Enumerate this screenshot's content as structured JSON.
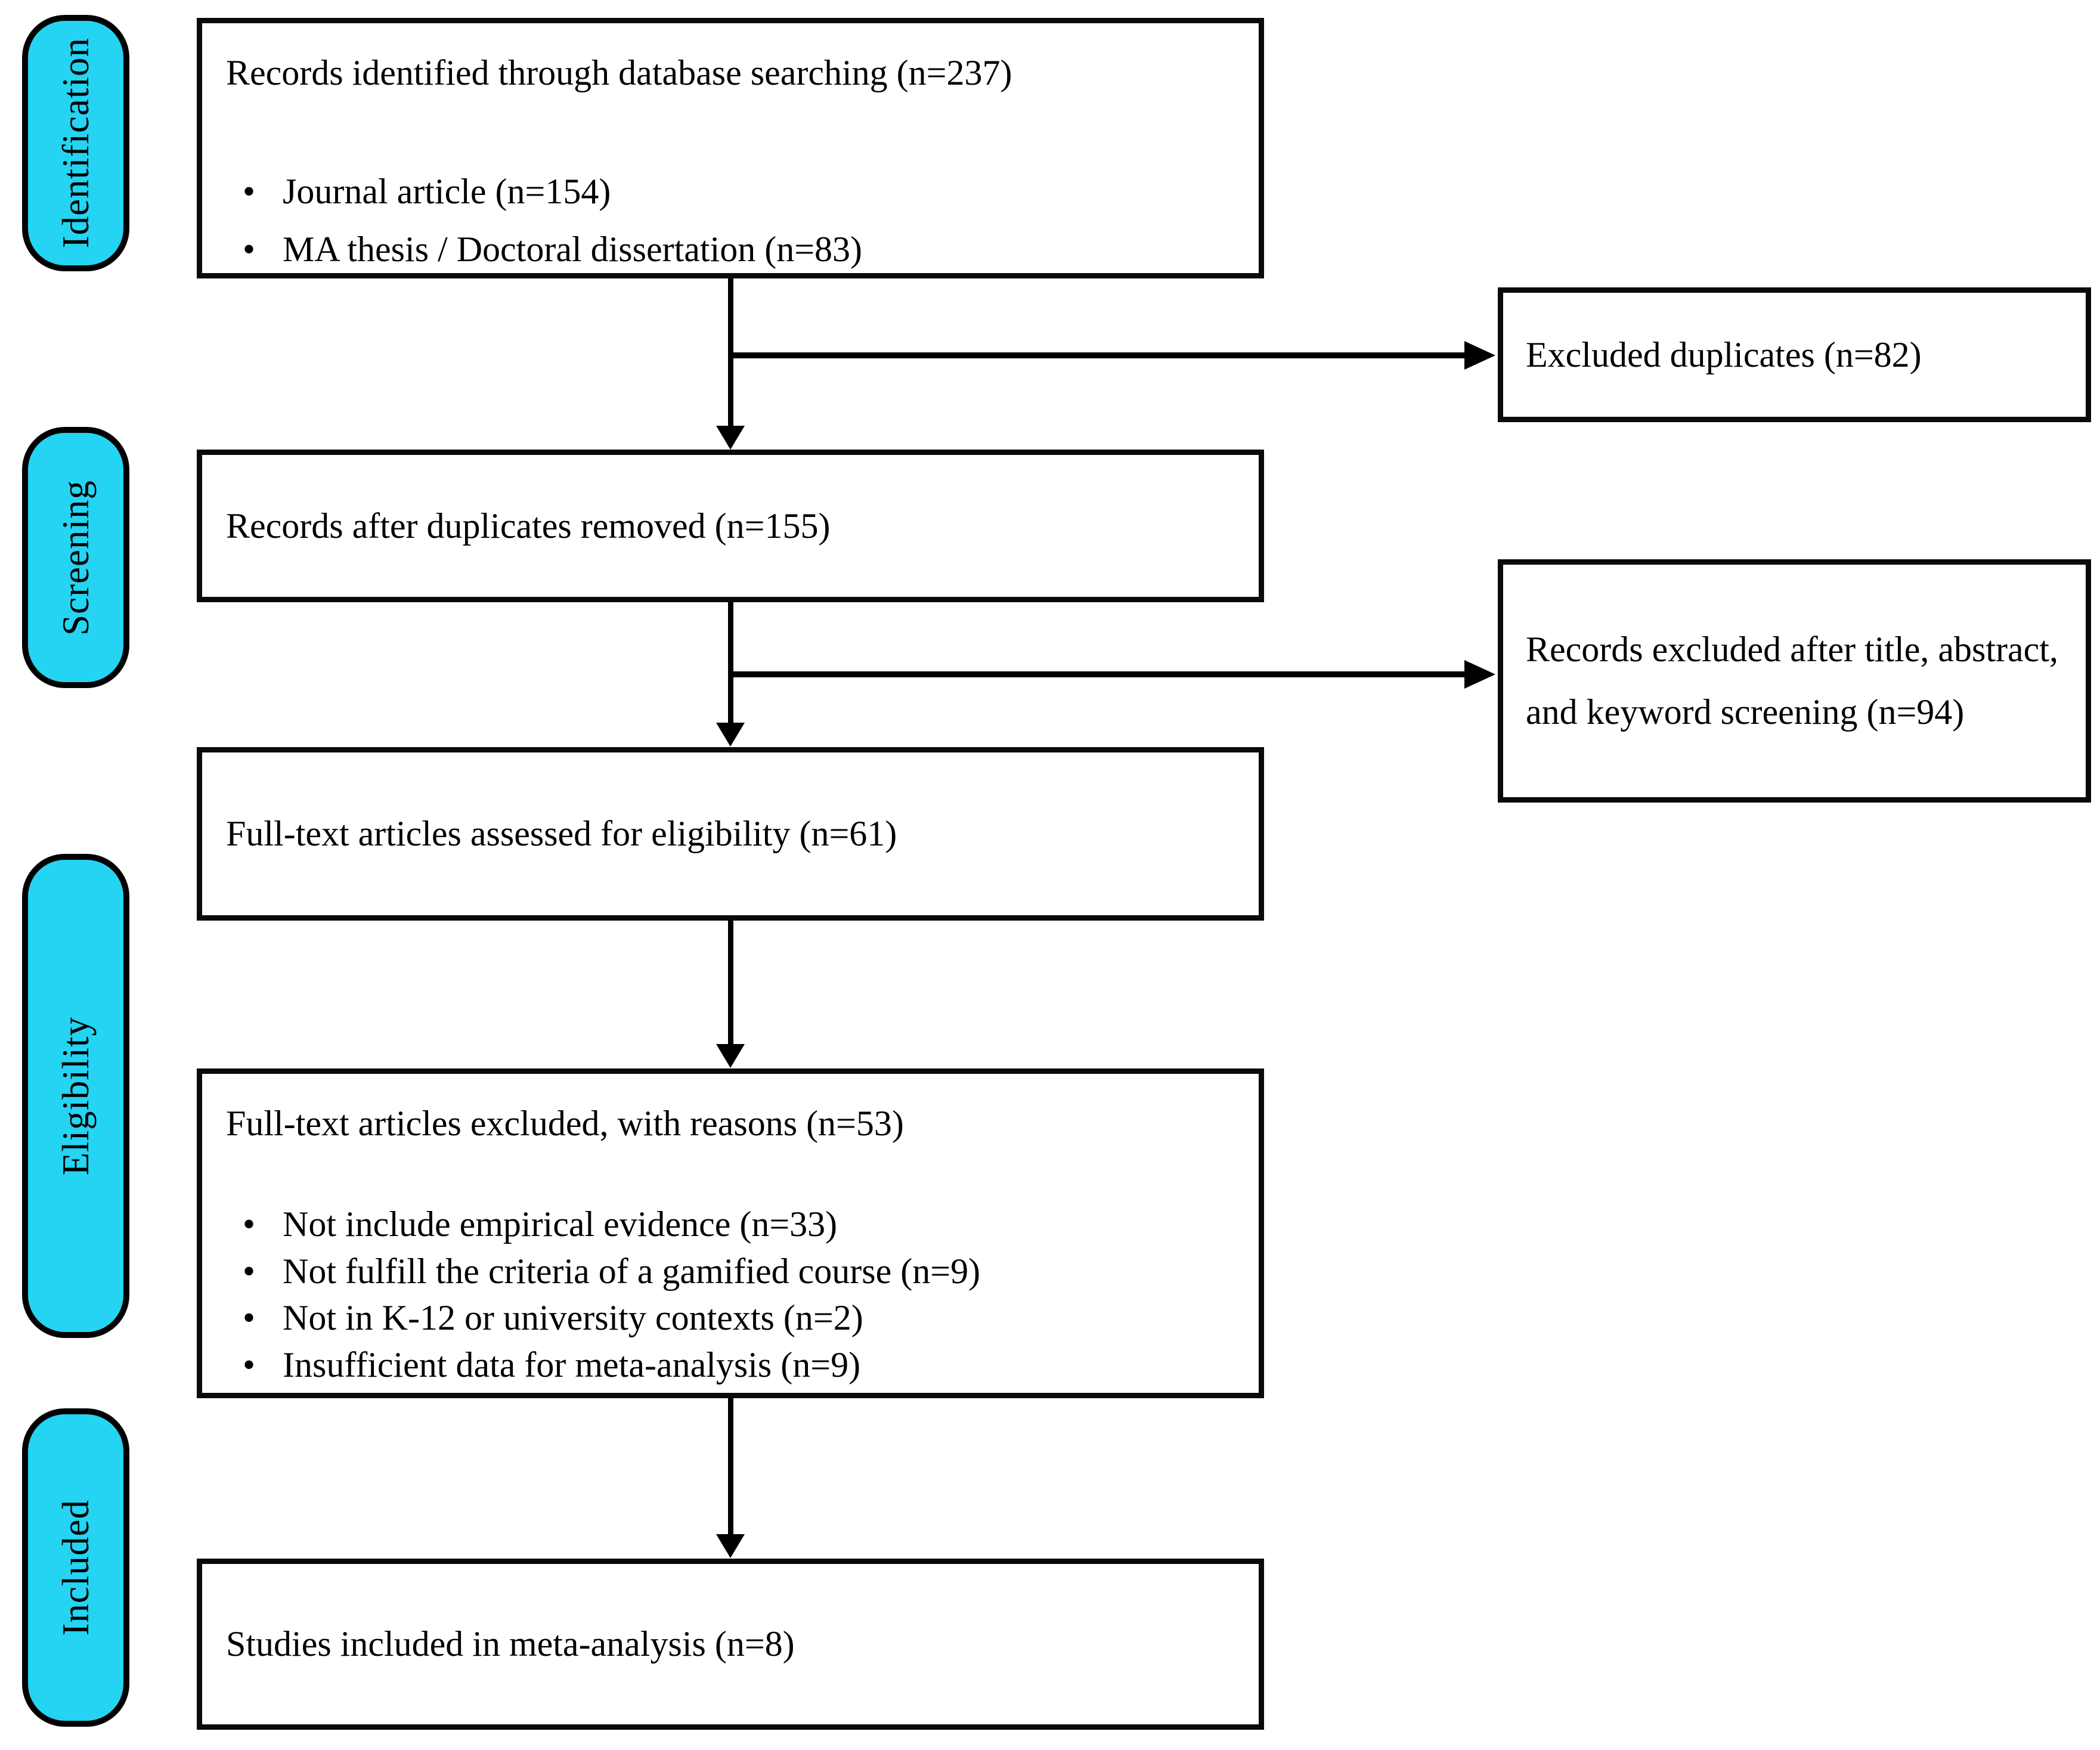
{
  "colors": {
    "stage_fill": "#24d4f2",
    "line_color": "#000000",
    "box_background": "#ffffff"
  },
  "stages": [
    {
      "label": "Identification"
    },
    {
      "label": "Screening"
    },
    {
      "label": "Eligibility"
    },
    {
      "label": "Included"
    }
  ],
  "flow_boxes": {
    "identified": {
      "title": "Records identified through database searching (n=237)",
      "bullets": [
        "Journal article (n=154)",
        "MA thesis / Doctoral dissertation (n=83)"
      ]
    },
    "deduped": {
      "title": "Records after duplicates removed (n=155)"
    },
    "fulltext_assessed": {
      "title": "Full-text articles assessed for eligibility (n=61)"
    },
    "fulltext_excluded": {
      "title": "Full-text articles excluded, with reasons (n=53)",
      "bullets": [
        "Not include empirical evidence (n=33)",
        "Not fulfill the criteria of a gamified course (n=9)",
        "Not in K-12 or university contexts (n=2)",
        "Insufficient data for meta-analysis (n=9)"
      ]
    },
    "included": {
      "title": "Studies included in meta-analysis (n=8)"
    }
  },
  "side_boxes": {
    "excluded_duplicates": {
      "title": "Excluded duplicates (n=82)"
    },
    "records_excluded_screening": {
      "title": "Records excluded after title, abstract, and keyword screening (n=94)"
    }
  }
}
